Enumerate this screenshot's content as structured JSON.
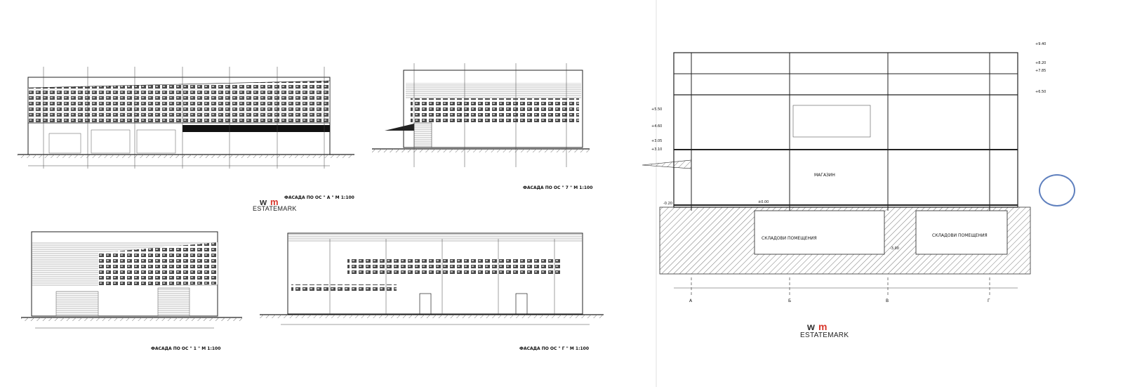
{
  "brand": {
    "name": "ESTATEMARK",
    "mark": "wm",
    "accent": "#d8372c"
  },
  "elevations": {
    "a": {
      "caption": "ФАСАДА ПО ОС \" А \" М 1:100"
    },
    "e": {
      "caption": "ФАСАДА ПО ОС \" 7 \" М 1:100"
    },
    "one": {
      "caption": "ФАСАДА ПО ОС \" 1 \" М 1:100"
    },
    "g": {
      "caption": "ФАСАДА ПО ОС \" Г \" М 1:100"
    }
  },
  "section": {
    "axes": [
      "А",
      "Б",
      "В",
      "Г"
    ],
    "rooms": {
      "shop": "МАГАЗИН",
      "storage_left": "СКЛАДОВИ ПОМЕЩЕНИЯ",
      "storage_right": "СКЛАДОВИ ПОМЕЩЕНИЯ"
    },
    "levels": [
      "+9.40",
      "+8.20",
      "+7.85",
      "+6.50",
      "+5.50",
      "+4.60",
      "+3.05",
      "+3.10",
      "±0.00",
      "-0.20",
      "-3.00"
    ]
  },
  "colors": {
    "line": "#1a1a1a",
    "hatch": "#555555",
    "ground": "#d9d9d9"
  }
}
